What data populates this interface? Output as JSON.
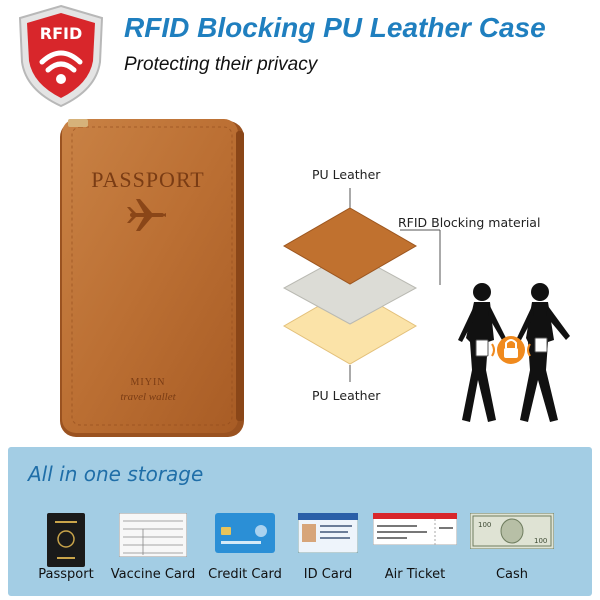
{
  "header": {
    "badge": "RFID",
    "title": "RFID Blocking PU Leather Case",
    "subtitle": "Protecting their privacy"
  },
  "wallet": {
    "emboss_title": "PASSPORT",
    "brand": "MIYIN",
    "tagline": "travel wallet"
  },
  "layers": {
    "top_label": "PU Leather",
    "middle_label": "RFID Blocking material",
    "bottom_label": "PU Leather"
  },
  "storage": {
    "title": "All in one storage",
    "items": [
      {
        "label": "Passport"
      },
      {
        "label": "Vaccine Card"
      },
      {
        "label": "Credit Card"
      },
      {
        "label": "ID Card"
      },
      {
        "label": "Air Ticket"
      },
      {
        "label": "Cash"
      }
    ]
  },
  "colors": {
    "brand_blue": "#1f7fbf",
    "shield_red": "#d8262b",
    "leather": "#bf7338",
    "panel": "#a3cde4"
  }
}
